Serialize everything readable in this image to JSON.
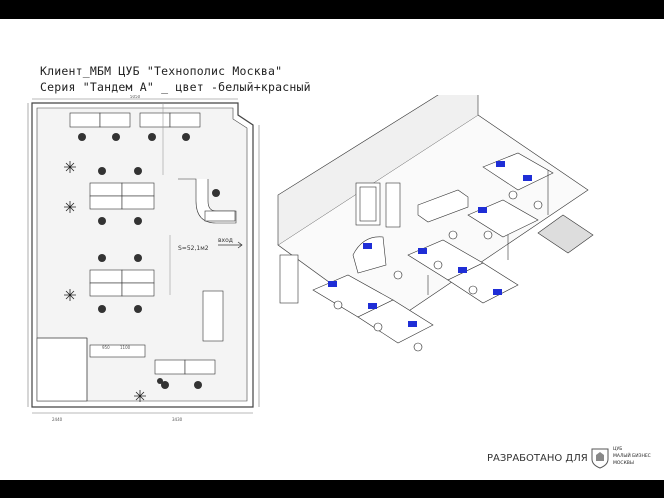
{
  "title": {
    "line1": "Клиент_МБМ ЦУБ \"Технополис Москва\"",
    "line2": "Серия \"Тандем А\" _ цвет -белый+красный"
  },
  "plan": {
    "area_label": "S=52,1м2",
    "entrance_label": "вход",
    "dim_top": "5050",
    "dim_bottom_left": "2440",
    "dim_bottom_right": "3430",
    "dim_sofa_a": "950",
    "dim_sofa_b": "1100"
  },
  "footer": {
    "developed_for": "РАЗРАБОТАНО ДЛЯ",
    "logo_line1": "ЦУБ",
    "logo_line2": "МАЛЫЙ БИЗНЕС",
    "logo_line3": "МОСКВЫ"
  },
  "colors": {
    "bars": "#000000",
    "lines": "#333333",
    "monitors": "#1f2ed6"
  }
}
